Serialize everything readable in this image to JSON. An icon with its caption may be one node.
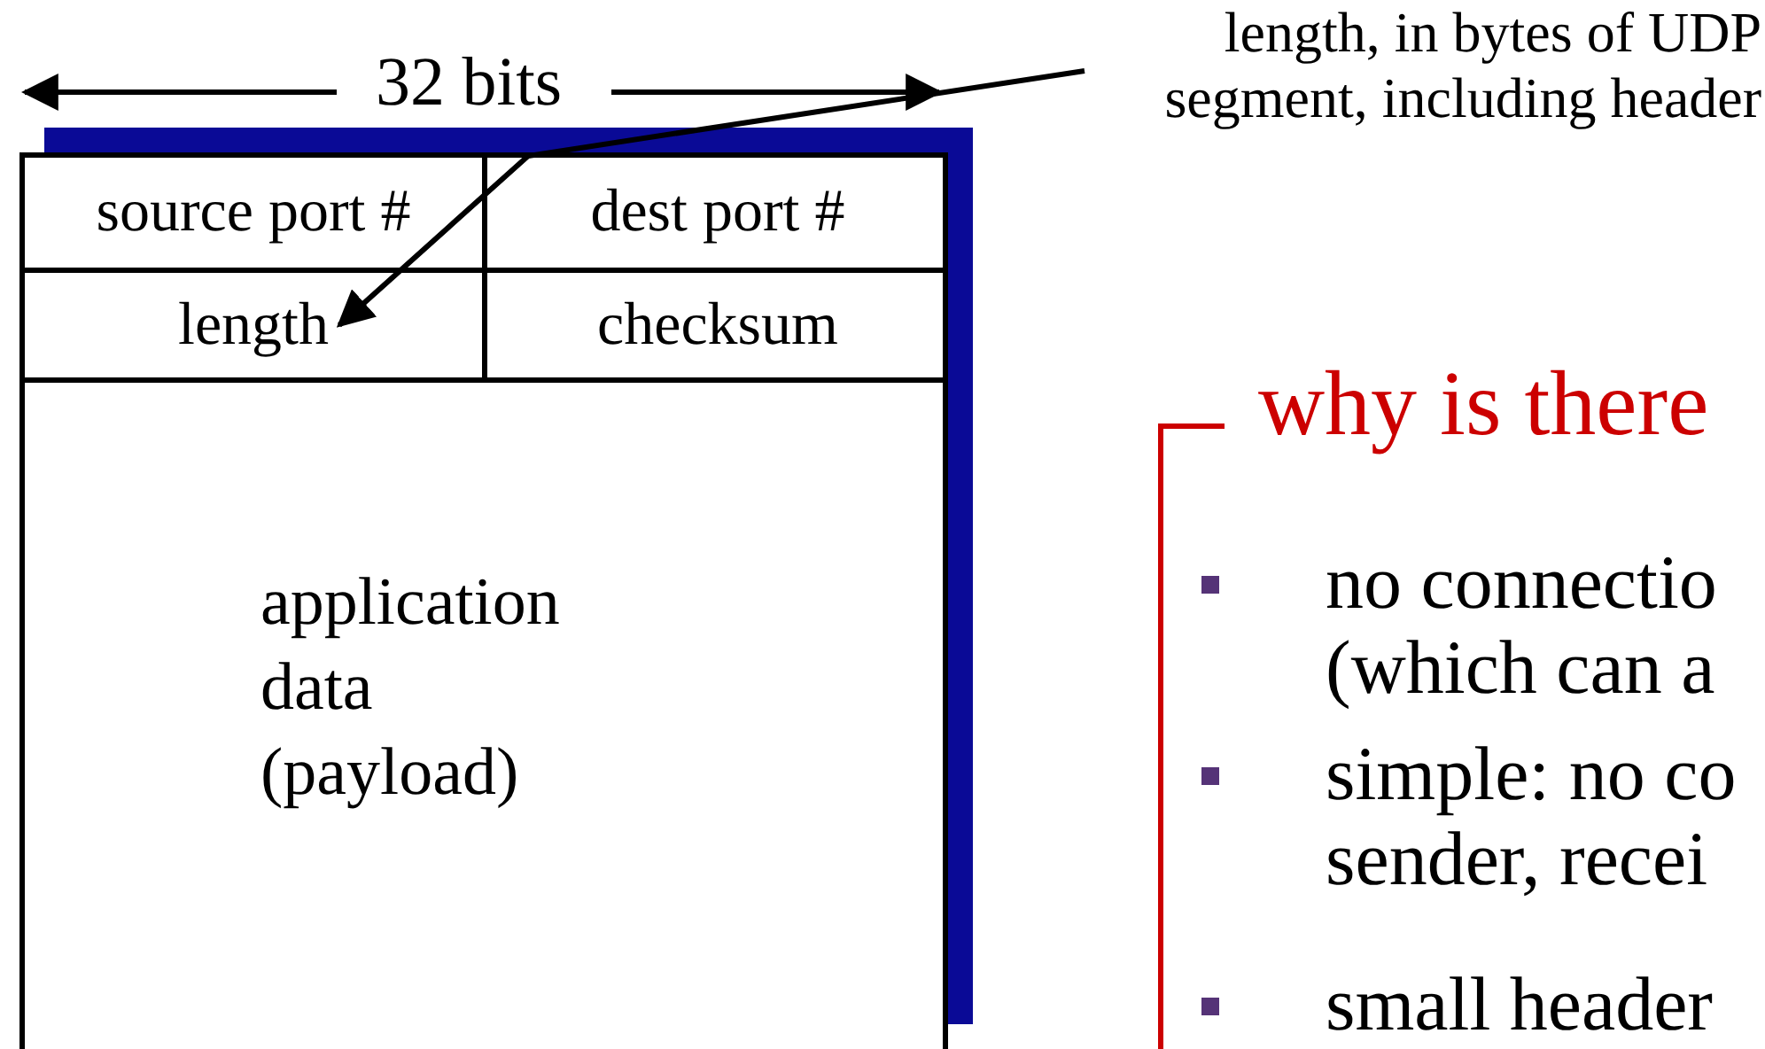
{
  "diagram": {
    "nodes": [
      {
        "text": [],
        "shape": "box"
      },
      {
        "text": [
          "source port #"
        ],
        "in": 0
      },
      {
        "text": [
          "dest port #"
        ],
        "in": 0
      },
      {
        "text": [
          "length"
        ],
        "in": 0
      },
      {
        "text": [
          "checksum"
        ],
        "in": 0
      },
      {
        "text": [
          "application data (payload)"
        ],
        "in": 0
      },
      {
        "text": [
          "length, in bytes of UDP segment, including header"
        ]
      },
      {
        "text": [
          "why is there",
          "no connectio (which can a",
          "simple: no co sender, recei",
          "small header"
        ]
      }
    ],
    "edges": [
      {
        "from": 6,
        "to": 3,
        "arrow": "to"
      }
    ],
    "labels": [
      "32 bits"
    ]
  }
}
